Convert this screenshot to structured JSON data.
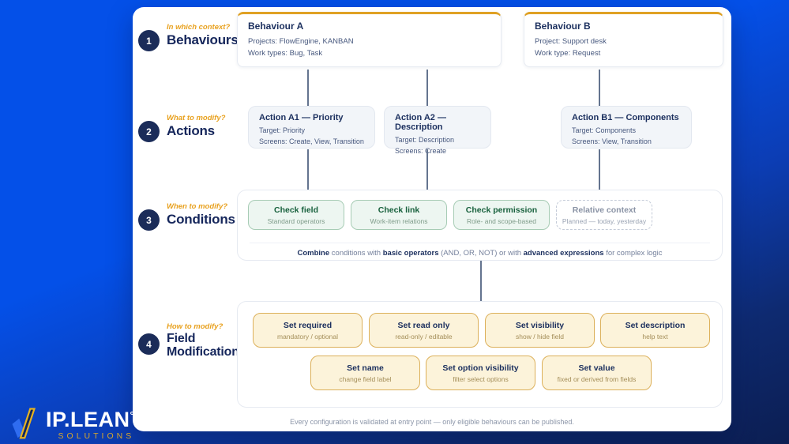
{
  "colors": {
    "background_blue": "#0450e8",
    "background_navy": "#0c1e52",
    "accent_orange": "#dfa124",
    "navy": "#1b2f5e",
    "green": "#17603c",
    "chip_cream": "#fcf3da"
  },
  "brand": {
    "name": "IP.LEAN",
    "degree": "°",
    "subtitle": "SOLUTIONS"
  },
  "sections": [
    {
      "number": "1",
      "question": "In which context?",
      "title": "Behaviours"
    },
    {
      "number": "2",
      "question": "What to modify?",
      "title": "Actions"
    },
    {
      "number": "3",
      "question": "When to modify?",
      "title": "Conditions"
    },
    {
      "number": "4",
      "question": "How to modify?",
      "title": "Field Modifications"
    }
  ],
  "behaviours": [
    {
      "title": "Behaviour A",
      "line1": "Projects: FlowEngine, KANBAN",
      "line2": "Work types: Bug, Task"
    },
    {
      "title": "Behaviour B",
      "line1": "Project: Support desk",
      "line2": "Work type: Request"
    }
  ],
  "actions": [
    {
      "title": "Action A1 — Priority",
      "line1": "Target: Priority",
      "line2": "Screens: Create, View, Transition"
    },
    {
      "title": "Action A2 — Description",
      "line1": "Target: Description",
      "line2": "Screens: Create"
    },
    {
      "title": "Action B1 — Components",
      "line1": "Target: Components",
      "line2": "Screens: View, Transition"
    }
  ],
  "conditions": {
    "chips": [
      {
        "title": "Check field",
        "subtitle": "Standard operators"
      },
      {
        "title": "Check link",
        "subtitle": "Work-item relations"
      },
      {
        "title": "Check permission",
        "subtitle": "Role- and scope-based"
      },
      {
        "title": "Relative context",
        "subtitle": "Planned — today, yesterday"
      }
    ],
    "note": {
      "b1": "Combine",
      "t1": " conditions with ",
      "b2": "basic operators",
      "t2": " (AND, OR, NOT) or with ",
      "b3": "advanced expressions",
      "t3": " for complex logic"
    }
  },
  "modifications": {
    "row1": [
      {
        "title": "Set required",
        "subtitle": "mandatory / optional"
      },
      {
        "title": "Set read only",
        "subtitle": "read-only / editable"
      },
      {
        "title": "Set visibility",
        "subtitle": "show / hide field"
      },
      {
        "title": "Set description",
        "subtitle": "help text"
      }
    ],
    "row2": [
      {
        "title": "Set name",
        "subtitle": "change field label"
      },
      {
        "title": "Set option visibility",
        "subtitle": "filter select options"
      },
      {
        "title": "Set value",
        "subtitle": "fixed or derived from fields"
      }
    ]
  },
  "footer": "Every configuration is validated at entry point — only eligible behaviours can be published."
}
